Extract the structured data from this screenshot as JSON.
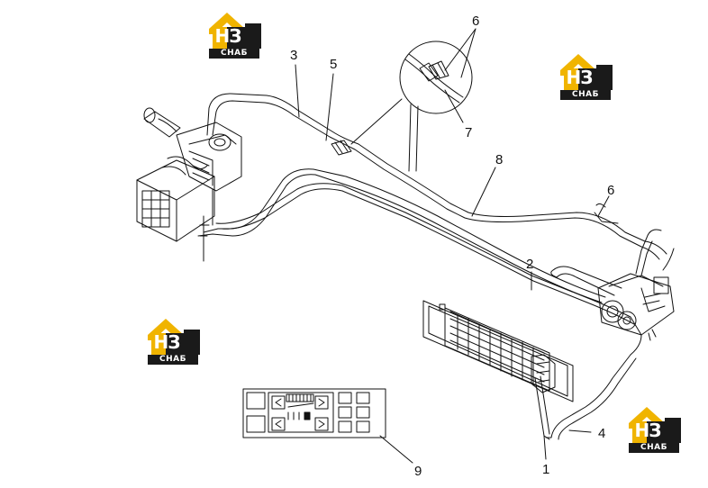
{
  "logo": {
    "main_text": "НЗ",
    "sub_text": "СНАБ",
    "colors": {
      "roof": "#f0b400",
      "dark": "#1a1a1a",
      "text": "#ffffff"
    }
  },
  "callouts": [
    "1",
    "2",
    "3",
    "4",
    "5",
    "6",
    "6",
    "7",
    "8",
    "9"
  ],
  "line_color": "#111111"
}
